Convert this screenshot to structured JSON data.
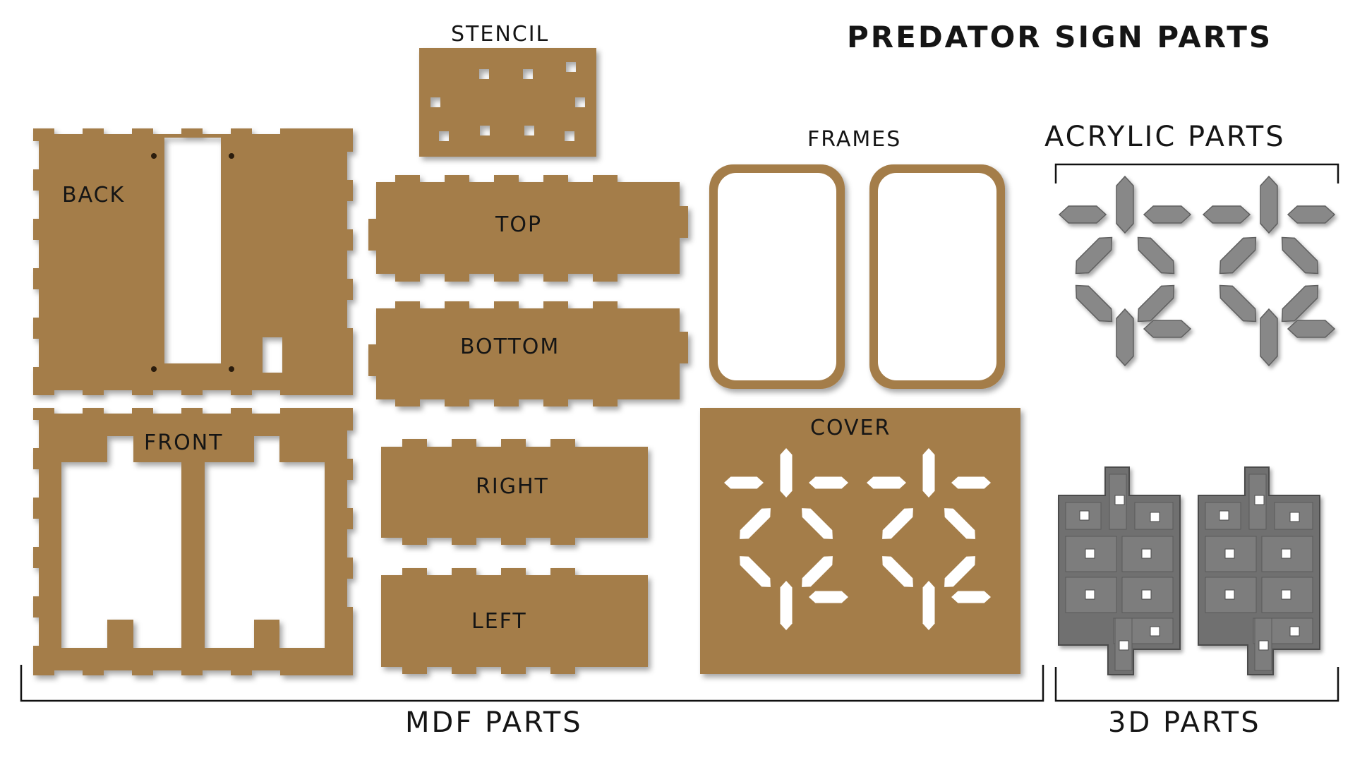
{
  "title": "PREDATOR SIGN PARTS",
  "groups": {
    "mdf": "MDF PARTS",
    "acrylic": "ACRYLIC PARTS",
    "printed": "3D PARTS"
  },
  "parts": {
    "stencil": "STENCIL",
    "back": "BACK",
    "top": "TOP",
    "bottom": "BOTTOM",
    "front": "FRONT",
    "right": "RIGHT",
    "left": "LEFT",
    "frames": "FRAMES",
    "cover": "COVER"
  },
  "colors": {
    "mdf": "#a47d49",
    "mdf_edge": "#8a6535",
    "acrylic": "#888888",
    "printed": "#6f6f6f",
    "background": "#ffffff",
    "text": "#151515"
  }
}
